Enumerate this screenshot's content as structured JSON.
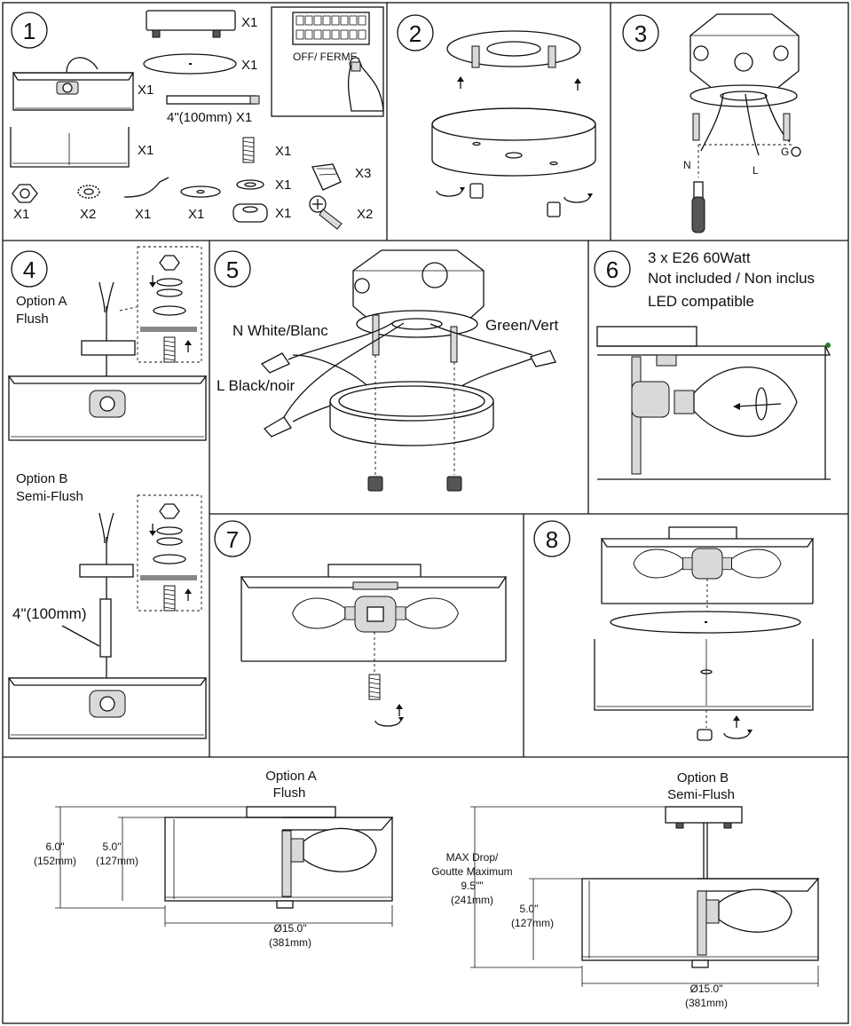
{
  "steps": [
    "1",
    "2",
    "3",
    "4",
    "5",
    "6",
    "7",
    "8"
  ],
  "parts": {
    "canopy_qty": "X1",
    "glass_disc_qty": "X1",
    "frame_qty": "X1",
    "rod_qty": "4\"(100mm) X1",
    "shade_qty": "X1",
    "spring_qty": "X1",
    "washer_qty": "X1",
    "connector_qty": "X3",
    "cap_qty": "X1",
    "screw_qty": "X2",
    "nut_qty": "X1",
    "lock_washer_qty": "X2",
    "wire_qty": "X1",
    "flat_washer_qty": "X1"
  },
  "breaker_label": "OFF/ FERME",
  "wiring": {
    "n_label": "N",
    "l_label": "L",
    "g_label": "G"
  },
  "step4": {
    "option_a": "Option A",
    "flush": "Flush",
    "option_b": "Option B",
    "semi_flush": "Semi-Flush",
    "rod_length": "4\"(100mm)"
  },
  "step5": {
    "white": "N White/Blanc",
    "black": "L Black/noir",
    "green": "Green/Vert"
  },
  "step6": {
    "bulbs": "3 x E26 60Watt",
    "not_included": "Not included / Non inclus",
    "led": "LED compatible"
  },
  "dims": {
    "a_title": "Option A",
    "a_sub": "Flush",
    "a_h_in": "6.0\"",
    "a_h_mm": "(152mm)",
    "a_h2_in": "5.0\"",
    "a_h2_mm": "(127mm)",
    "a_w_in": "Ø15.0\"",
    "a_w_mm": "(381mm)",
    "b_title": "Option B",
    "b_sub": "Semi-Flush",
    "b_drop1": "MAX Drop/",
    "b_drop2": "Goutte Maximum",
    "b_drop3": "9.5\"\"",
    "b_drop4": "(241mm)",
    "b_h_in": "5.0\"",
    "b_h_mm": "(127mm)",
    "b_w_in": "Ø15.0\"",
    "b_w_mm": "(381mm)"
  }
}
